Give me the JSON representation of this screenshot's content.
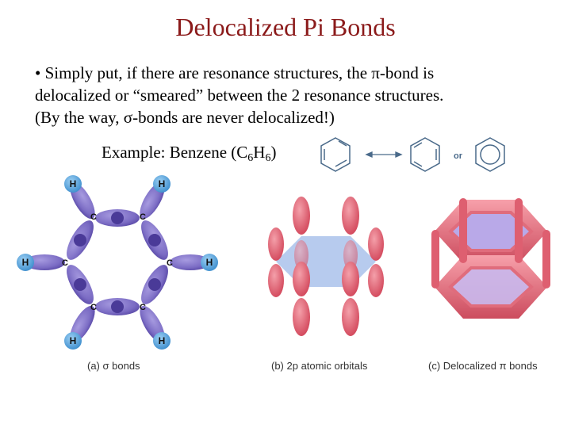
{
  "title": "Delocalized Pi Bonds",
  "bullet": {
    "line1": "• Simply put, if there are resonance structures, the π-bond is",
    "line2": "delocalized or “smeared” between the 2 resonance structures.",
    "line3": "(By the way, σ-bonds are never delocalized!)"
  },
  "example": {
    "prefix": "Example:  Benzene (C",
    "sub1": "6",
    "mid": "H",
    "sub2": "6",
    "suffix": ")",
    "or_label": "or"
  },
  "figure": {
    "atom_h": "H",
    "atom_c": "C",
    "caption_a": "(a) σ bonds",
    "caption_b": "(b) 2p atomic orbitals",
    "caption_c": "(c) Delocalized π bonds"
  },
  "colors": {
    "title": "#8b1a1a",
    "sigma_lobe": "#7b6cc4",
    "hydrogen": "#4a9bd8",
    "p_orbital": "#e0606e",
    "pi_cloud": "#e8707c"
  }
}
